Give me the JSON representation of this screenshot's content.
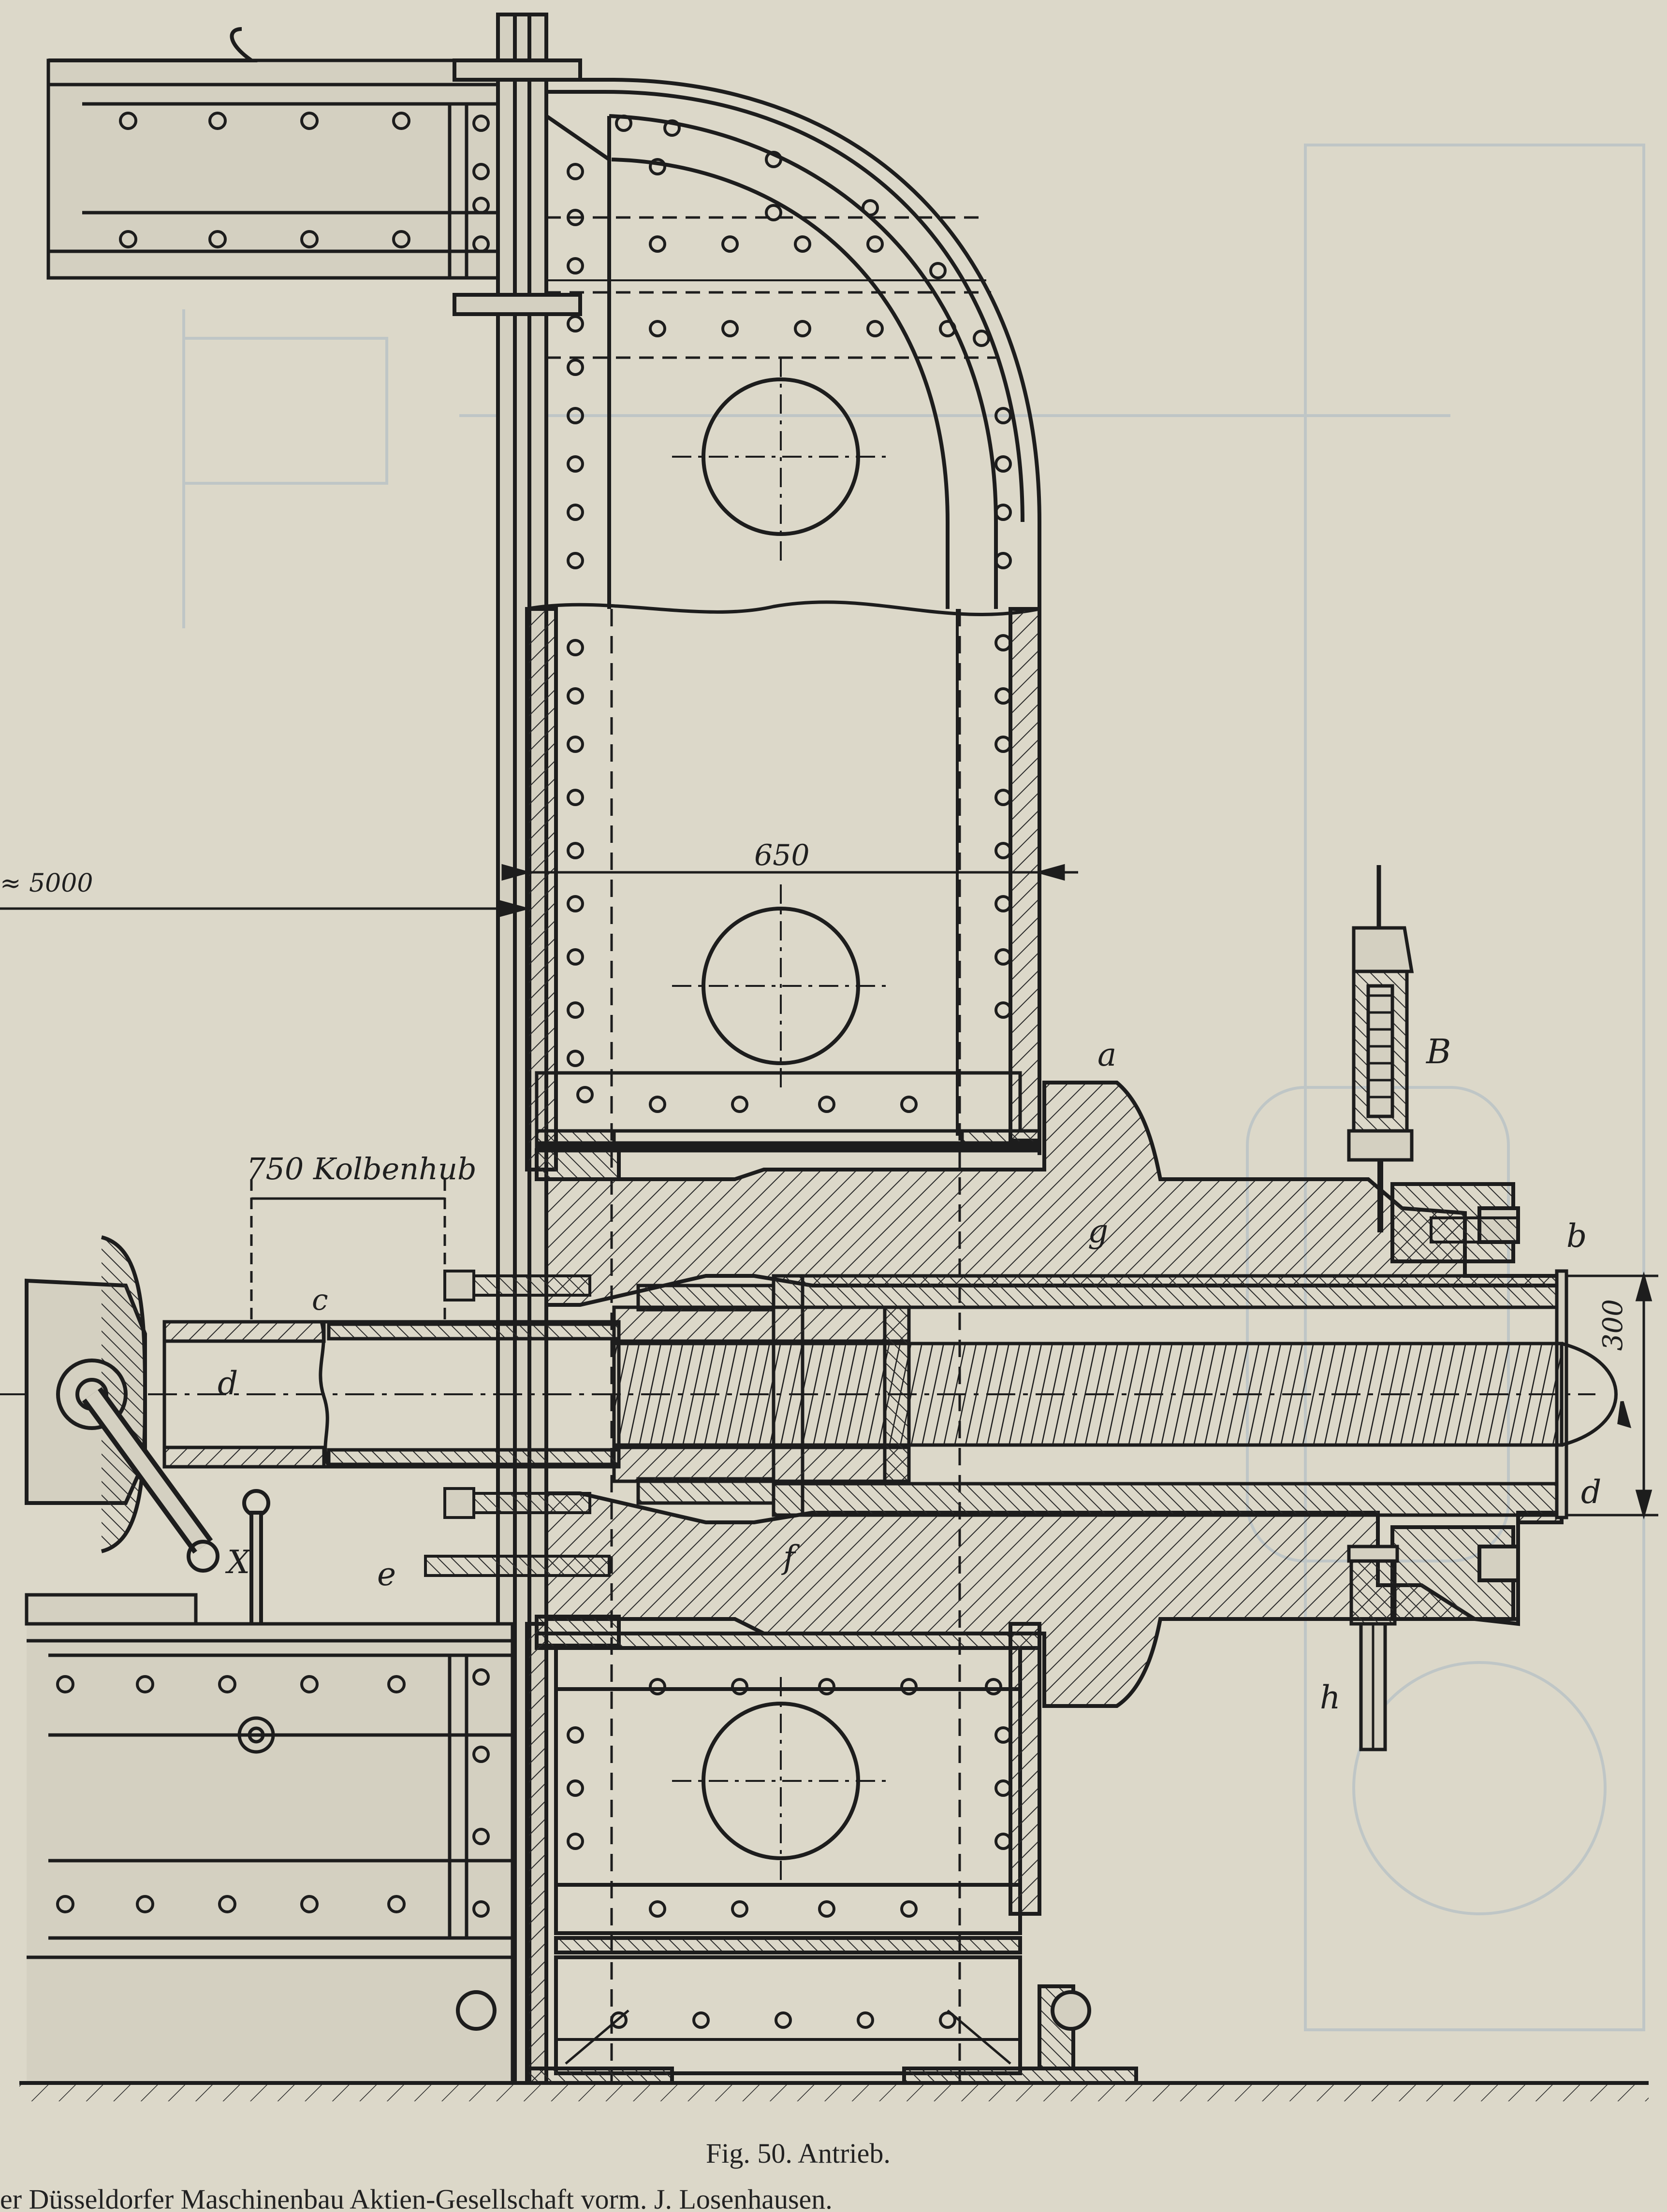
{
  "figure": {
    "caption": "Fig. 50.   Antrieb.",
    "credit": "er Düsseldorfer Maschinenbau Aktien-Gesellschaft vorm. J. Losenhausen."
  },
  "dimensions": {
    "width_650": "650",
    "stroke_750": "750 Kolbenhub",
    "dia_300": "300",
    "left_5000": "≈ 5000"
  },
  "part_labels": {
    "a": "a",
    "b": "b",
    "c": "c",
    "d_left": "d",
    "d_right": "d",
    "e": "e",
    "f": "f",
    "g": "g",
    "h": "h",
    "B": "B",
    "X": "X"
  },
  "colors": {
    "paper": "#dcd8c9",
    "ink": "#1d1d1d",
    "ghost": "#b8c2c6"
  }
}
